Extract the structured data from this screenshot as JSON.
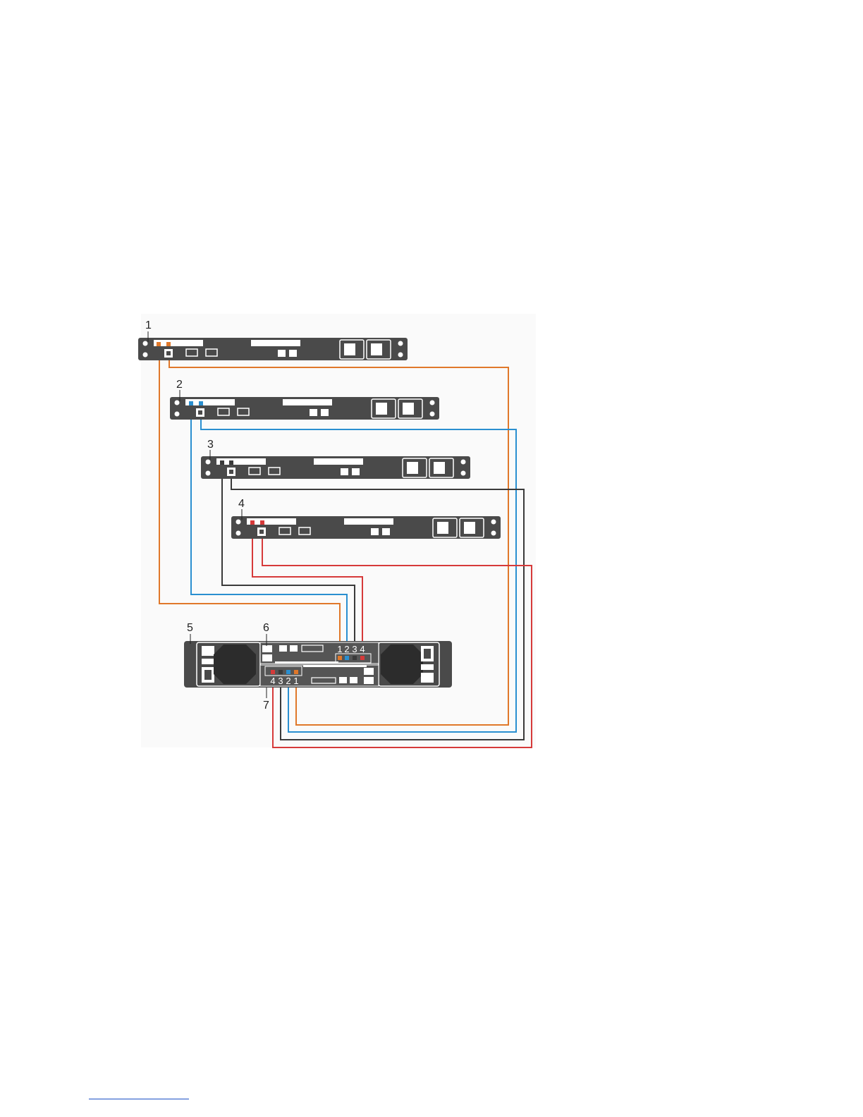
{
  "callouts": {
    "c1": "1",
    "c2": "2",
    "c3": "3",
    "c4": "4",
    "c5": "5",
    "c6": "6",
    "c7": "7"
  },
  "upper_ports": [
    "1",
    "2",
    "3",
    "4"
  ],
  "lower_ports": [
    "4",
    "3",
    "2",
    "1"
  ],
  "colors": {
    "server1_cable": "#e0782a",
    "server2_cable": "#2a8fd0",
    "server3_cable": "#3a3a3a",
    "server4_cable": "#d63a3a",
    "chassis": "#4a4a4a",
    "panel_light": "#ffffff"
  }
}
